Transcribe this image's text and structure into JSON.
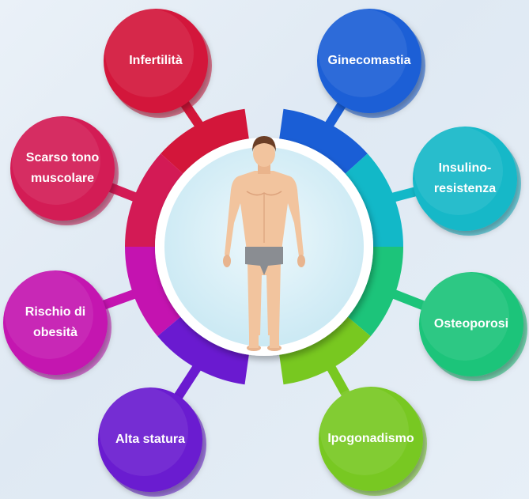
{
  "center": {
    "figure": "human-body-icon"
  },
  "items": [
    {
      "id": "infertilita",
      "label": "Infertilità",
      "color": "#d3163a"
    },
    {
      "id": "scarso-tono",
      "label": "Scarso tono muscolare",
      "color": "#d31a55"
    },
    {
      "id": "obesita",
      "label": "Rischio di obesità",
      "color": "#c413b0"
    },
    {
      "id": "alta-statura",
      "label": "Alta statura",
      "color": "#6a1ad0"
    },
    {
      "id": "ginecomastia",
      "label": "Ginecomastia",
      "color": "#1a5ed6"
    },
    {
      "id": "insulino",
      "label": "Insulino-resistenza",
      "color": "#12b8c8"
    },
    {
      "id": "osteoporosi",
      "label": "Osteoporosi",
      "color": "#1cc47a"
    },
    {
      "id": "ipogonadismo",
      "label": "Ipogonadismo",
      "color": "#78c820"
    }
  ]
}
